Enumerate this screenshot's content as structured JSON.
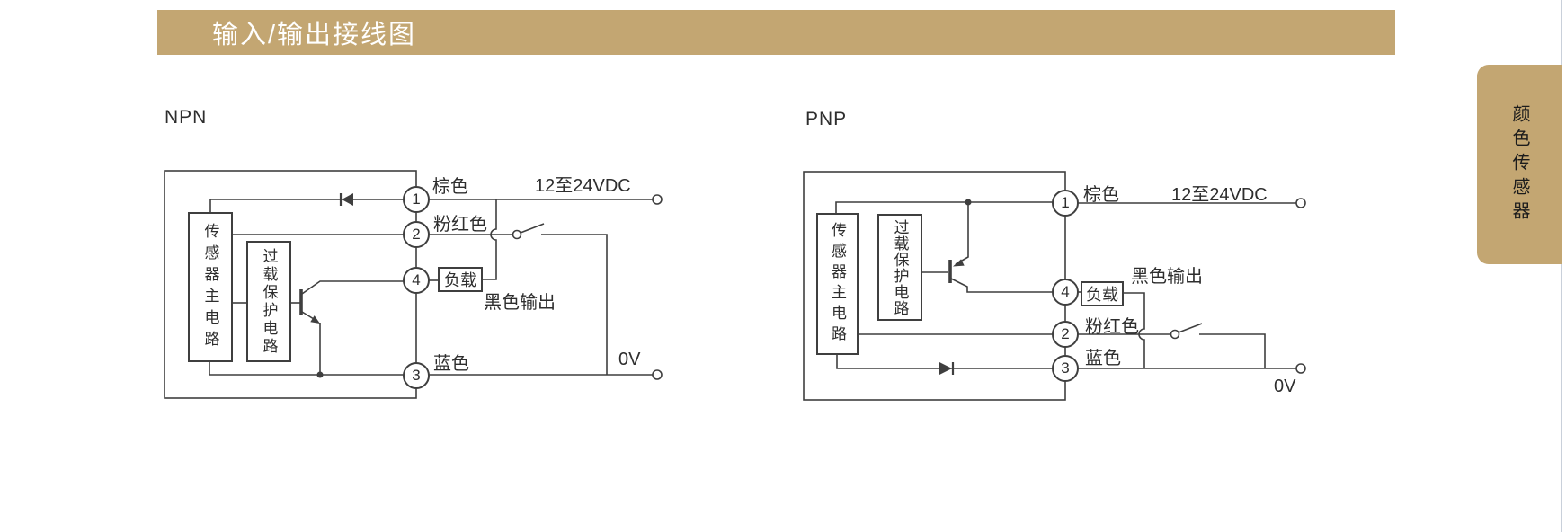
{
  "page": {
    "title": "输入/输出接线图",
    "side_tab": "颜色传感器"
  },
  "colors": {
    "accent": "#c3a672",
    "line": "#3f3f3f",
    "page_edge": "#c9d0da"
  },
  "diagrams": {
    "npn": {
      "label": "NPN",
      "boxes": {
        "main": "传感器主电路",
        "overload": "过载保护电路",
        "load": "负载"
      },
      "pins": {
        "p1": "1",
        "p2": "2",
        "p4": "4",
        "p3": "3"
      },
      "wires": {
        "brown": "棕色",
        "pink": "粉红色",
        "blue": "蓝色"
      },
      "labels": {
        "supply": "12至24VDC",
        "output": "黑色输出",
        "ground": "0V"
      }
    },
    "pnp": {
      "label": "PNP",
      "boxes": {
        "main": "传感器主电路",
        "overload": "过载保护电路",
        "load": "负载"
      },
      "pins": {
        "p1": "1",
        "p2": "2",
        "p4": "4",
        "p3": "3"
      },
      "wires": {
        "brown": "棕色",
        "pink": "粉红色",
        "blue": "蓝色"
      },
      "labels": {
        "supply": "12至24VDC",
        "output": "黑色输出",
        "ground": "0V"
      }
    }
  }
}
